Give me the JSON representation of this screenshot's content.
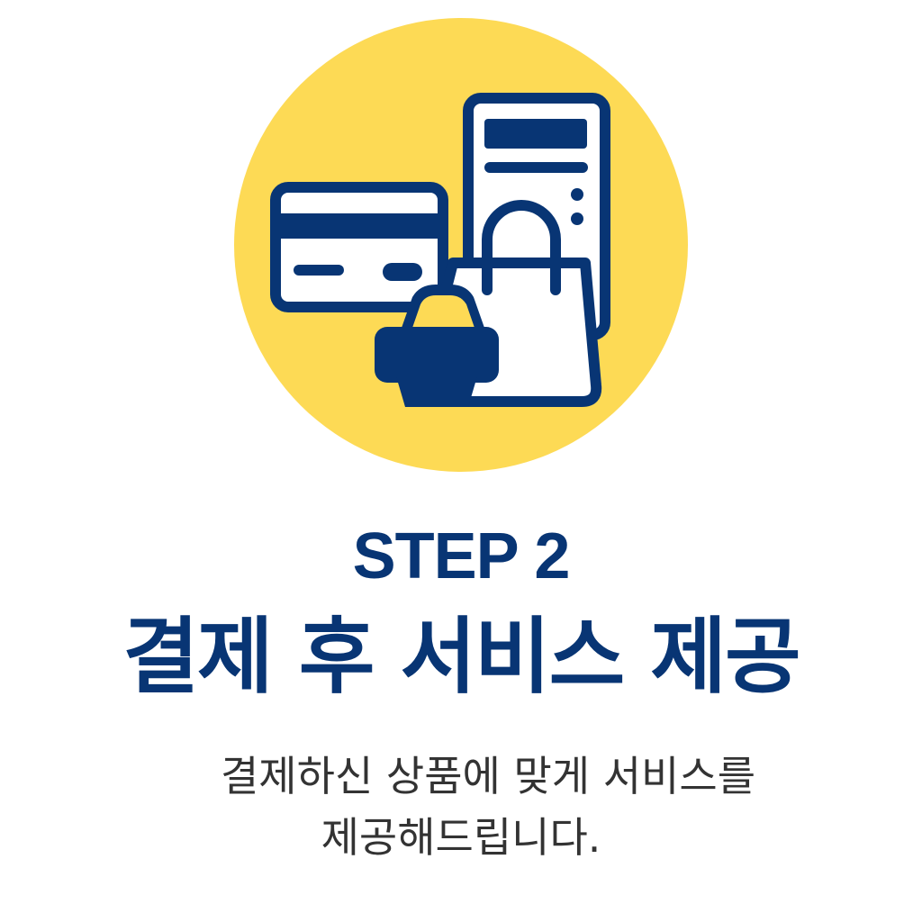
{
  "illustration": {
    "description": "Payment & shopping icon group: credit card, server tower, shopping bag, basket",
    "icons": [
      "credit-card-icon",
      "server-tower-icon",
      "shopping-bag-icon",
      "shopping-basket-icon"
    ],
    "colors": {
      "circle": "#FDDA55",
      "stroke": "#083574",
      "fill": "#FFFFFF"
    }
  },
  "step": {
    "label": "STEP 2"
  },
  "title": "결제 후 서비스 제공",
  "description": {
    "line1": "결제하신 상품에 맞게 서비스를",
    "line2": "제공해드립니다."
  },
  "colors": {
    "primary": "#083574",
    "accent": "#FDDA55",
    "body_text": "#333333",
    "background": "#FFFFFF"
  }
}
